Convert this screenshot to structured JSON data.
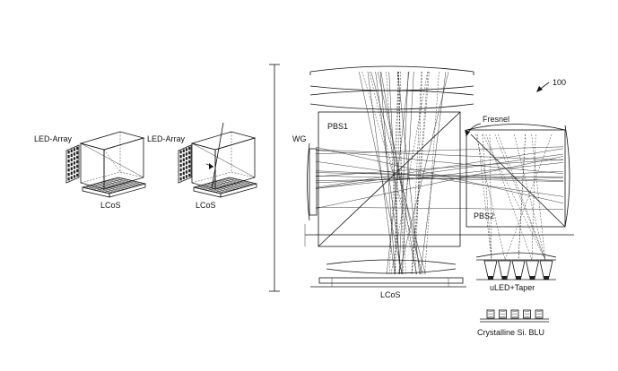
{
  "labels": {
    "led_array_1": "LED-Array",
    "led_array_2": "LED-Array",
    "lcos_1": "LCoS",
    "lcos_2": "LCoS",
    "wg": "WG",
    "pbs1": "PBS1",
    "fresnel": "Fresnel",
    "pbs2": "PBS2",
    "lcos_main": "LCoS",
    "uled_taper": "uLED+Taper",
    "blu": "Crystalline Si. BLU",
    "ref_number": "100"
  }
}
